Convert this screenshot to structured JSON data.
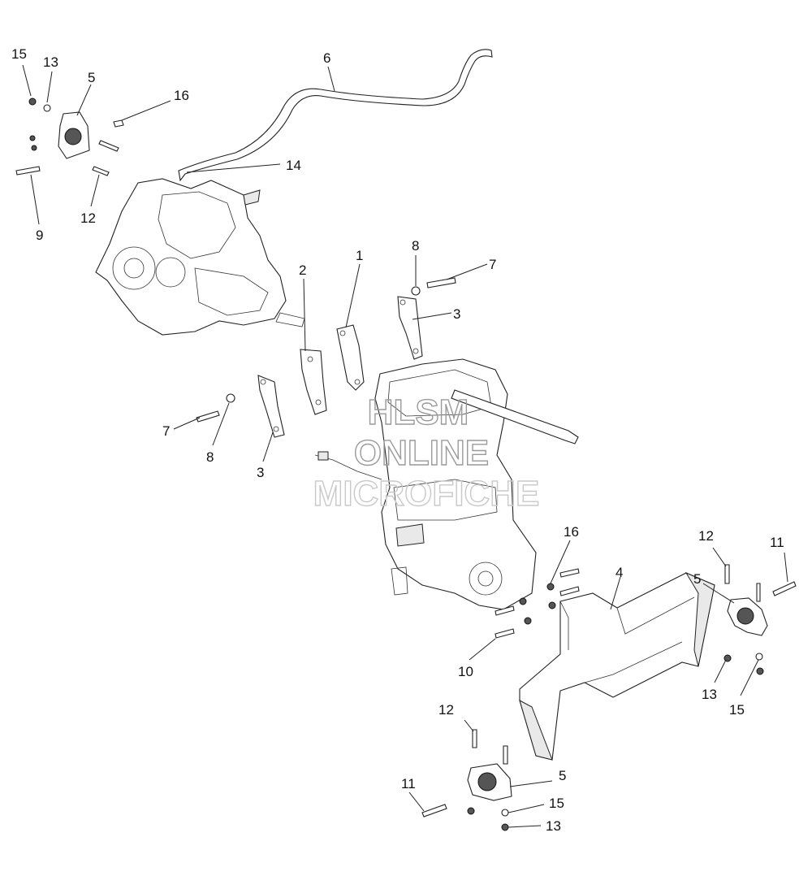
{
  "watermark": {
    "line1": "HLSM",
    "line2": "ONLINE",
    "line3": "MICROFICHE"
  },
  "callouts": [
    {
      "id": "c15a",
      "label": "15"
    },
    {
      "id": "c13a",
      "label": "13"
    },
    {
      "id": "c5a",
      "label": "5"
    },
    {
      "id": "c16a",
      "label": "16"
    },
    {
      "id": "c9",
      "label": "9"
    },
    {
      "id": "c12a",
      "label": "12"
    },
    {
      "id": "c6",
      "label": "6"
    },
    {
      "id": "c14",
      "label": "14"
    },
    {
      "id": "c2",
      "label": "2"
    },
    {
      "id": "c1",
      "label": "1"
    },
    {
      "id": "c8a",
      "label": "8"
    },
    {
      "id": "c7a",
      "label": "7"
    },
    {
      "id": "c3a",
      "label": "3"
    },
    {
      "id": "c7b",
      "label": "7"
    },
    {
      "id": "c8b",
      "label": "8"
    },
    {
      "id": "c3b",
      "label": "3"
    },
    {
      "id": "c16b",
      "label": "16"
    },
    {
      "id": "c4",
      "label": "4"
    },
    {
      "id": "c10",
      "label": "10"
    },
    {
      "id": "c12b",
      "label": "12"
    },
    {
      "id": "c11a",
      "label": "11"
    },
    {
      "id": "c5b",
      "label": "5"
    },
    {
      "id": "c15b",
      "label": "15"
    },
    {
      "id": "c13b",
      "label": "13"
    },
    {
      "id": "c12c",
      "label": "12"
    },
    {
      "id": "c11b",
      "label": "11"
    },
    {
      "id": "c5c",
      "label": "5"
    },
    {
      "id": "c13c",
      "label": "13"
    },
    {
      "id": "c15c",
      "label": "15"
    }
  ]
}
